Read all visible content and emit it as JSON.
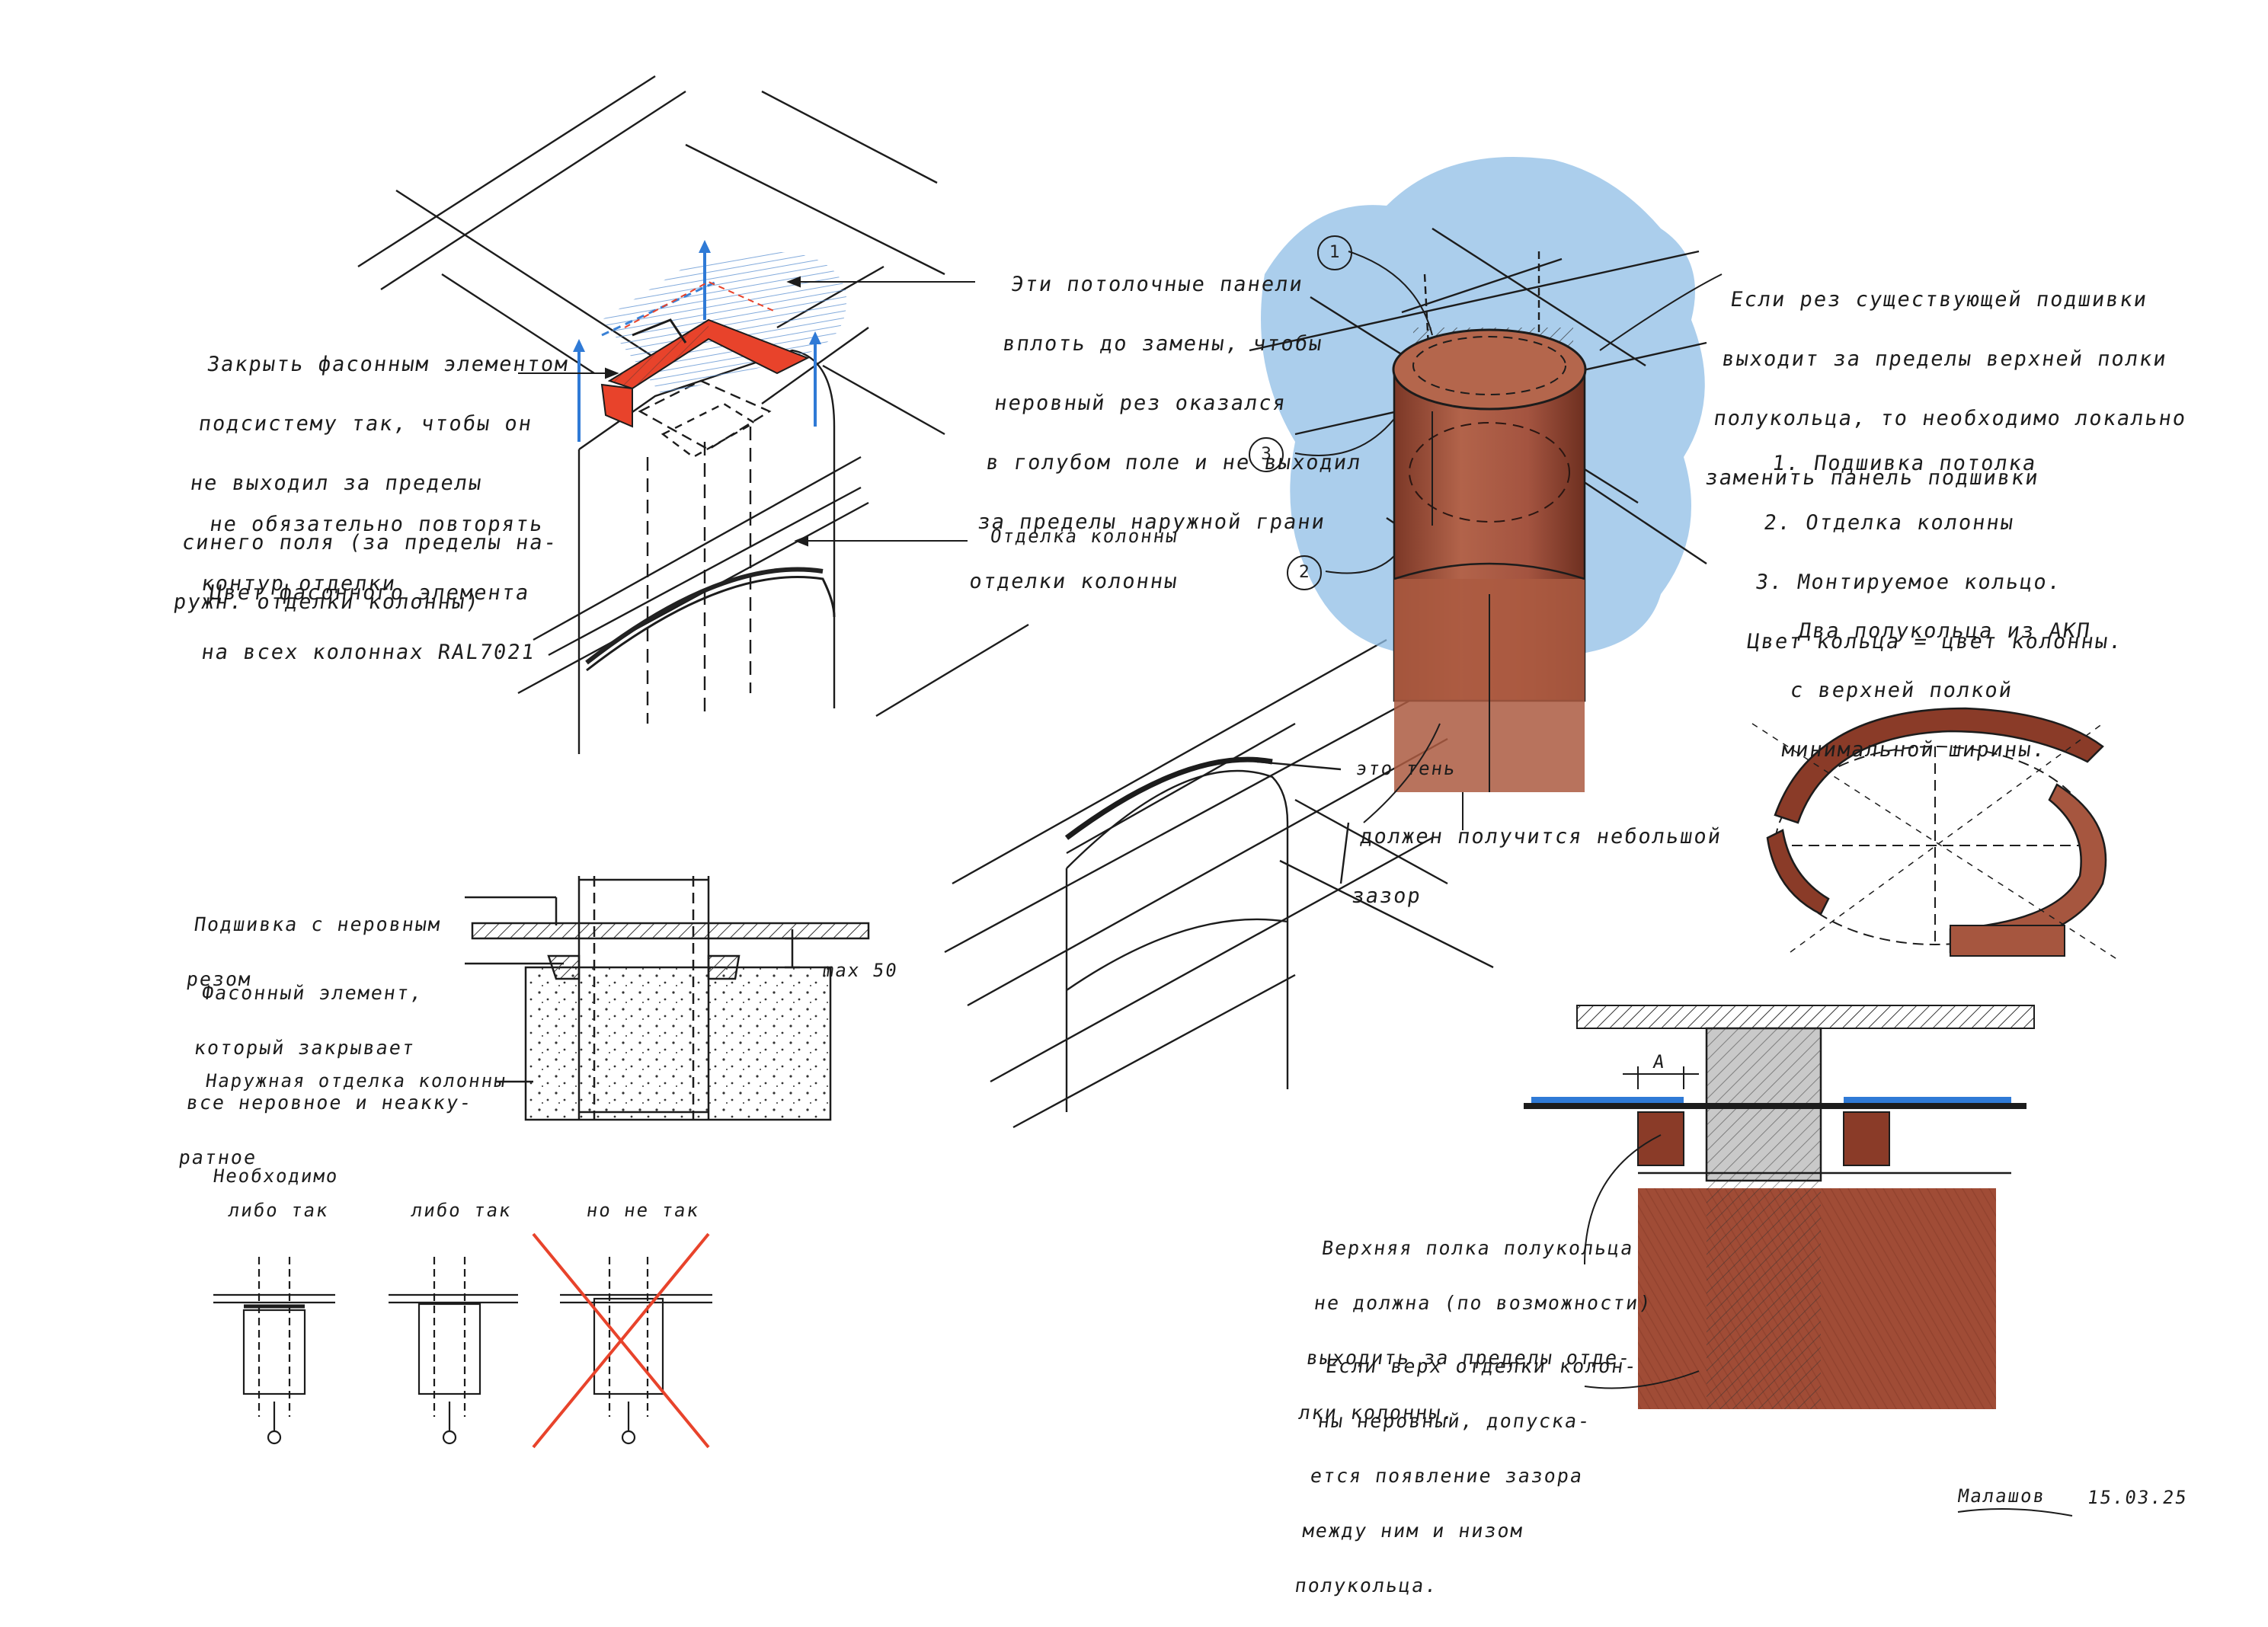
{
  "colors": {
    "ink": "#1c1c1c",
    "blue_zone": "#6fa8d8",
    "column_finish": "#9b4a34",
    "accent_red": "#e8432b"
  },
  "notes": {
    "close_element": [
      "Закрыть фасонным элементом",
      "подсистему так, чтобы он",
      "не выходил за пределы",
      "синего поля (за пределы на-",
      "ружн. отделки колонны)"
    ],
    "not_required": [
      "не обязательно повторять",
      "контур отделки"
    ],
    "color_element": [
      "Цвет фасонного элемента",
      "на всех колоннах RAL7021"
    ],
    "ceiling_panels": [
      "Эти потолочные панели",
      "вплоть до замены, чтобы",
      "неровный рез оказался",
      "в голубом поле и не выходил",
      "за пределы наружной грани",
      "отделки колонны"
    ],
    "column_finish_label": "Отделка колонны",
    "shadow_label": "это тень",
    "gap_note": [
      "должен получится небольшой",
      "зазор"
    ],
    "cut_note": [
      "Если рез существующей подшивки",
      "выходит за пределы верхней полки",
      "полукольца, то необходимо локально",
      "заменить панель подшивки"
    ],
    "legend": [
      "1. Подшивка потолка",
      "2. Отделка колонны",
      "3. Монтируемое кольцо.",
      "   Цвет кольца = цвет колонны."
    ],
    "two_halves": [
      "Два полукольца из АКП",
      "с верхней полкой",
      "минимальной ширины."
    ],
    "section_labels": {
      "uneven_cut": [
        "Подшивка с неровным",
        "резом"
      ],
      "shaped_element": [
        "Фасонный элемент,",
        "который закрывает",
        "все неровное и неакку-",
        "ратное"
      ],
      "outer_finish": "Наружная отделка колонны",
      "max": "max 50"
    },
    "options": {
      "heading": "Необходимо",
      "either1": "либо так",
      "either2": "либо так",
      "not_like": "но не так"
    },
    "top_flange_note": [
      "Верхняя полка полукольца",
      "не должна (по возможности)",
      "выходить за пределы отде-",
      "лки колонны."
    ],
    "uneven_top_note": [
      "Если верх отделки колон-",
      "ны неровный, допуска-",
      "ется появление зазора",
      "между ним и низом",
      "полукольца."
    ],
    "dim_a": "A",
    "markers": [
      "1",
      "2",
      "3"
    ],
    "signature": "Малашов",
    "date": "15.03.25"
  }
}
